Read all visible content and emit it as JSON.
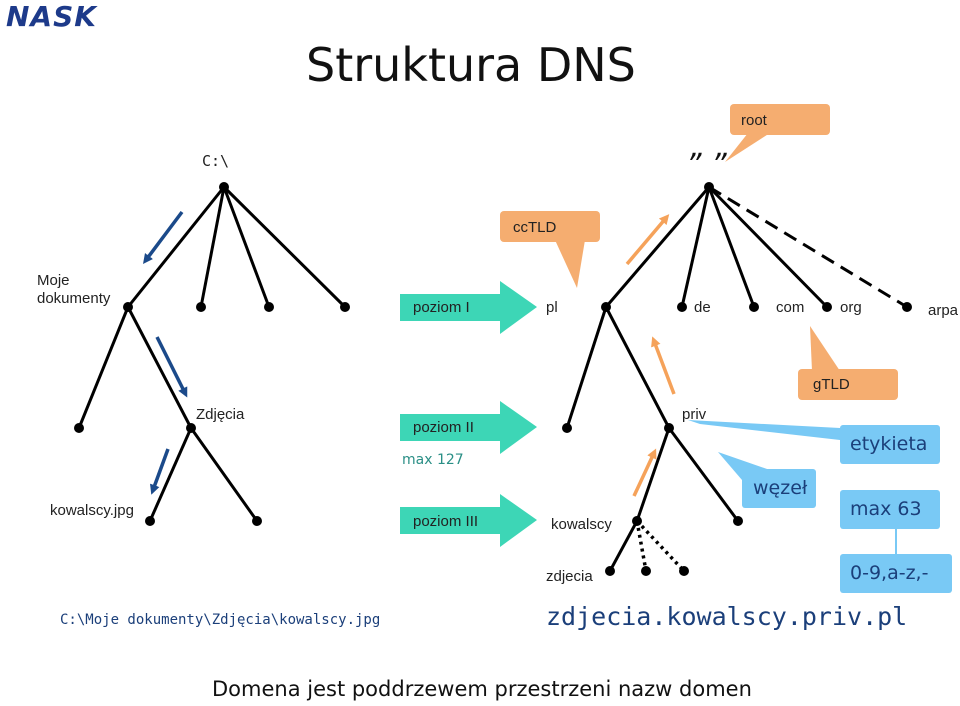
{
  "logo": "NASK",
  "title": "Struktura DNS",
  "footer": "Domena jest poddrzewem przestrzeni nazw domen",
  "fs": {
    "root": "C:\\",
    "moje": [
      "Moje",
      "dokumenty"
    ],
    "zdjecia": "Zdjęcia",
    "file": "kowalscy.jpg",
    "path": "C:\\Moje dokumenty\\Zdjęcia\\kowalscy.jpg"
  },
  "dns": {
    "root_quotes": "” ”",
    "root": "root",
    "cctld": "ccTLD",
    "gtld": "gTLD",
    "pl": "pl",
    "de": "de",
    "com": "com",
    "org": "org",
    "arpa": "arpa",
    "priv": "priv",
    "kowalscy": "kowalscy",
    "zdjecia": "zdjecia",
    "fqdn": "zdjecia.kowalscy.priv.pl"
  },
  "levels": {
    "level1": "poziom I",
    "level2": "poziom II",
    "level2_note": "max 127",
    "level3": "poziom III"
  },
  "legend": {
    "wezel": "węzeł",
    "etykieta": "etykieta",
    "max63": "max 63",
    "chars": "0-9,a-z,-"
  },
  "colors": {
    "orange": "#f5ad70",
    "teal": "#3dd6b6",
    "light_blue": "#79c9f5",
    "dark_blue_arrow": "#1b4a8a",
    "line": "#000000"
  }
}
